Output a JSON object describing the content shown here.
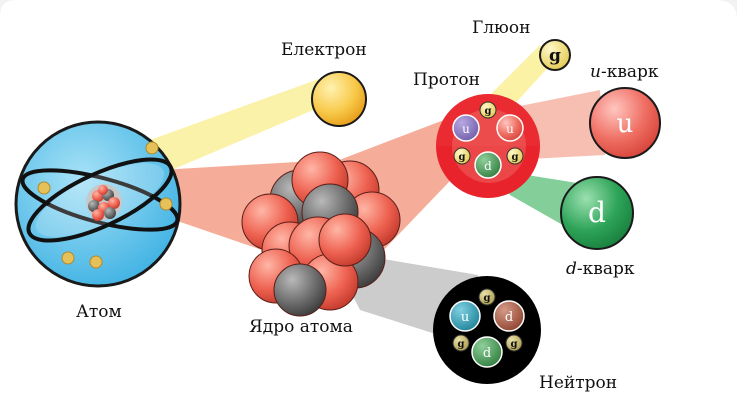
{
  "labels": {
    "atom": "Атом",
    "electron": "Електрон",
    "nucleus": "Ядро атома",
    "proton": "Протон",
    "gluon": "Глюон",
    "u_quark_italic": "u",
    "u_quark_suffix": "-кварк",
    "d_quark_italic": "d",
    "d_quark_suffix": "-кварк",
    "neutron": "Нейтрон"
  },
  "symbols": {
    "gluon": "g",
    "up": "u",
    "down": "d"
  },
  "colors": {
    "atom": "#5bc4ec",
    "electron": "#f5b82e",
    "proton_ring": "#e8232b",
    "nucleon_red": "#e85b4a",
    "nucleon_gray": "#6e6e6e",
    "u_quark": "#e8635a",
    "d_quark": "#2aa355",
    "gluon_yellow": "#f7e84a",
    "neutron_bg": "#000000"
  }
}
